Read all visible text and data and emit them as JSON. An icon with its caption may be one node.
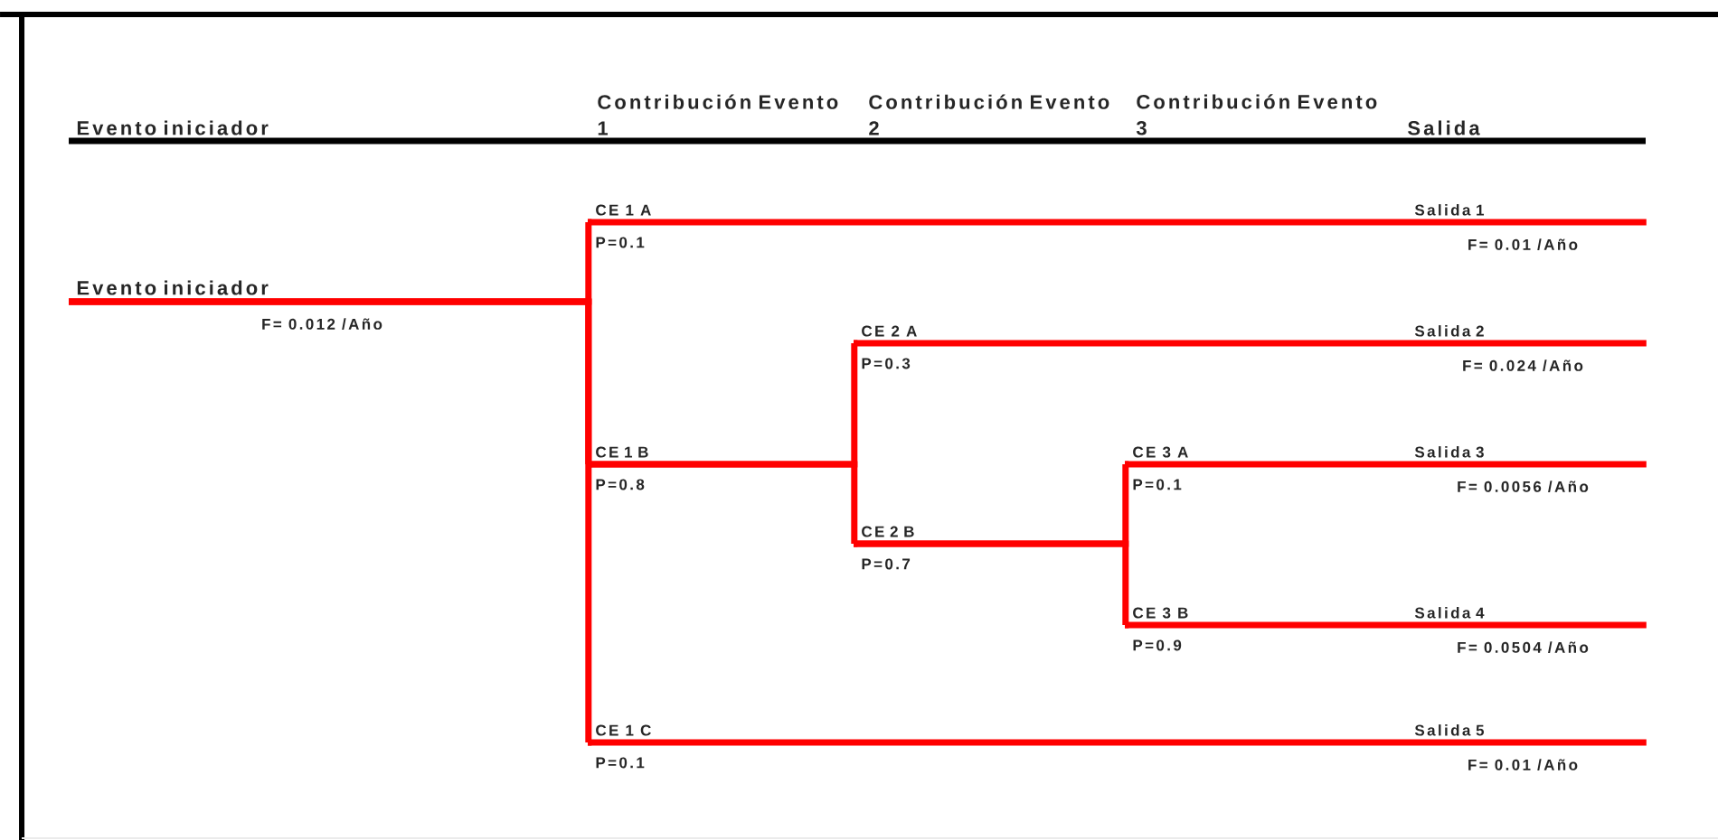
{
  "diagram": {
    "nodes": [
      {
        "text": [
          "Evento iniciador"
        ],
        "beside": [
          "F= 0.012 /Año"
        ]
      },
      {
        "text": [
          "CE 1 A"
        ],
        "beside": [
          "P=0.1"
        ]
      },
      {
        "text": [
          "CE 1 B"
        ],
        "beside": [
          "P=0.8"
        ]
      },
      {
        "text": [
          "CE 1 C"
        ],
        "beside": [
          "P=0.1"
        ]
      },
      {
        "text": [
          "CE 2 A"
        ],
        "beside": [
          "P=0.3"
        ]
      },
      {
        "text": [
          "CE 2 B"
        ],
        "beside": [
          "P=0.7"
        ]
      },
      {
        "text": [
          "CE 3 A"
        ],
        "beside": [
          "P=0.1"
        ]
      },
      {
        "text": [
          "CE 3 B"
        ],
        "beside": [
          "P=0.9"
        ]
      },
      {
        "text": [
          "Salida 1"
        ],
        "beside": [
          "F= 0.01 /Año"
        ]
      },
      {
        "text": [
          "Salida 2"
        ],
        "beside": [
          "F= 0.024 /Año"
        ]
      },
      {
        "text": [
          "Salida 3"
        ],
        "beside": [
          "F= 0.0056 /Año"
        ]
      },
      {
        "text": [
          "Salida 4"
        ],
        "beside": [
          "F= 0.0504 /Año"
        ]
      },
      {
        "text": [
          "Salida 5"
        ],
        "beside": [
          "F= 0.01 /Año"
        ]
      }
    ],
    "edges": [
      {
        "from": 0,
        "to": 1,
        "arrow": "none"
      },
      {
        "from": 0,
        "to": 2,
        "arrow": "none"
      },
      {
        "from": 0,
        "to": 3,
        "arrow": "none"
      },
      {
        "from": 2,
        "to": 4,
        "arrow": "none"
      },
      {
        "from": 2,
        "to": 5,
        "arrow": "none"
      },
      {
        "from": 5,
        "to": 6,
        "arrow": "none"
      },
      {
        "from": 5,
        "to": 7,
        "arrow": "none"
      },
      {
        "from": 1,
        "to": 8,
        "arrow": "none"
      },
      {
        "from": 4,
        "to": 9,
        "arrow": "none"
      },
      {
        "from": 6,
        "to": 10,
        "arrow": "none"
      },
      {
        "from": 7,
        "to": 11,
        "arrow": "none"
      },
      {
        "from": 3,
        "to": 12,
        "arrow": "none"
      }
    ],
    "labels": [
      "Evento iniciador",
      "Contribución Evento 1",
      "Contribución Evento 2",
      "Contribución Evento 3",
      "Salida"
    ]
  }
}
